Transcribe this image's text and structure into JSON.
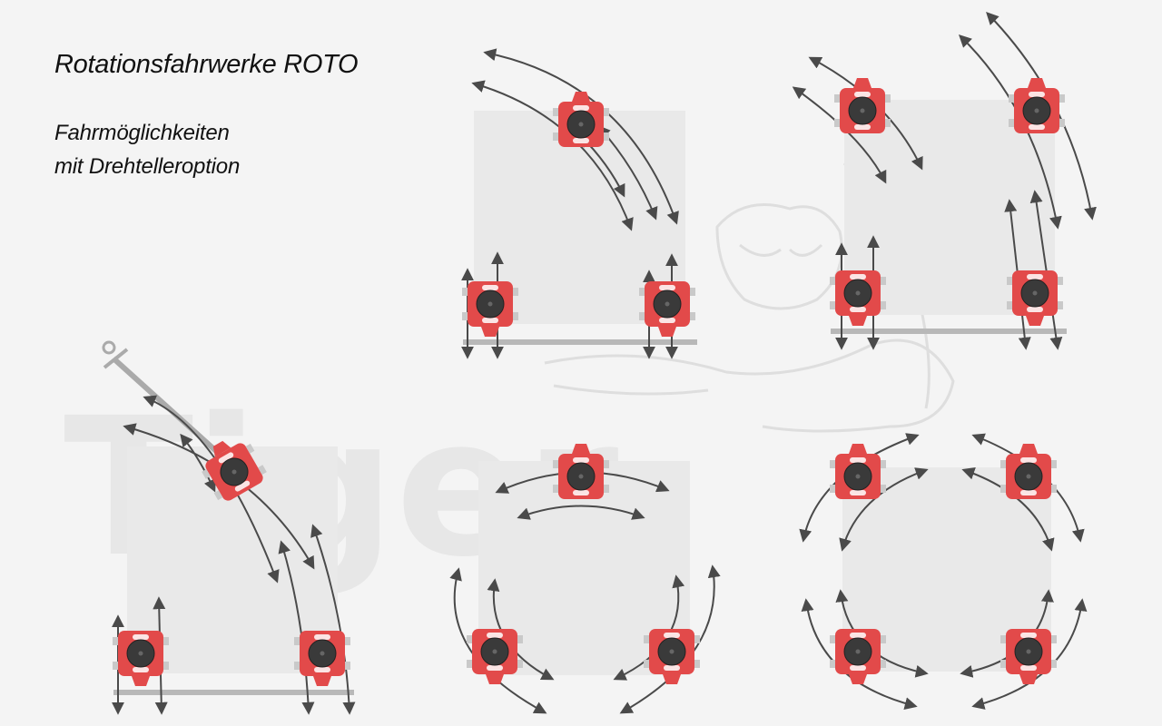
{
  "heading": {
    "title": "Rotationsfahrwerke ROTO",
    "subtitle_line1": "Fahrmöglichkeiten",
    "subtitle_line2": "mit Drehtelleroption"
  },
  "watermark": {
    "brand": "Tiger"
  },
  "colors": {
    "background": "#f4f4f4",
    "load_plate": "#e9e9e9",
    "skate_red": "#e24a4a",
    "turntable": "#3a3a3a",
    "arrow": "#4a4a4a",
    "rail": "#b8b8b8",
    "watermark": "#e7e7e7"
  },
  "icons": [
    "roto-skate-icon",
    "tow-bar-icon",
    "tiger-watermark-icon",
    "curved-arrow-icon",
    "straight-arrow-icon"
  ]
}
